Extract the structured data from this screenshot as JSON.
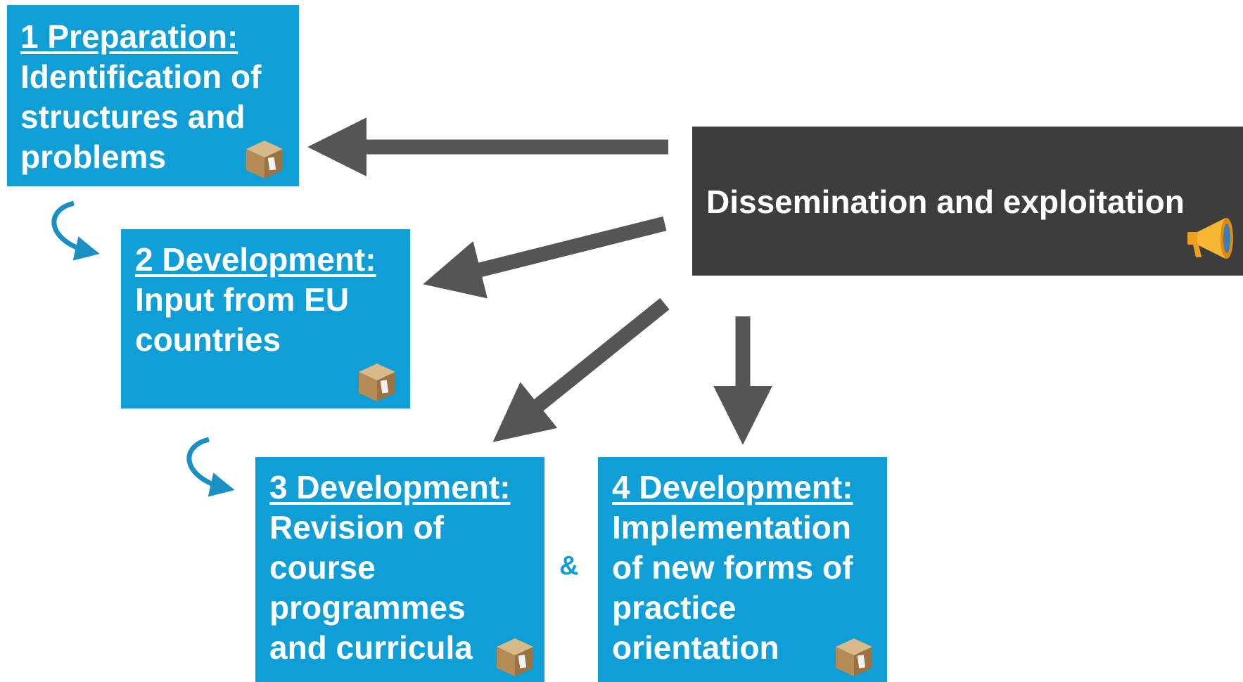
{
  "steps": [
    {
      "heading": "1 Preparation:",
      "lines": [
        "Identification of",
        "structures and",
        "problems"
      ]
    },
    {
      "heading": "2 Development:",
      "lines": [
        "Input from EU",
        "countries"
      ]
    },
    {
      "heading": "3 Development:",
      "lines": [
        "Revision of",
        "course",
        "programmes",
        "and curricula"
      ]
    },
    {
      "heading": "4 Development:",
      "lines": [
        "Implementation",
        "of new forms of",
        "practice",
        "orientation"
      ]
    }
  ],
  "dissemination": {
    "label": "Dissemination and exploitation"
  },
  "connector": "&",
  "icons": {
    "package": "package-icon",
    "megaphone": "megaphone-icon",
    "curved_arrow": "curved-arrow-icon"
  },
  "colors": {
    "step_box": "#0f9fd6",
    "dissemination_box": "#3d3d3d",
    "arrow": "#555555",
    "curved_arrow": "#1a8fc4"
  }
}
